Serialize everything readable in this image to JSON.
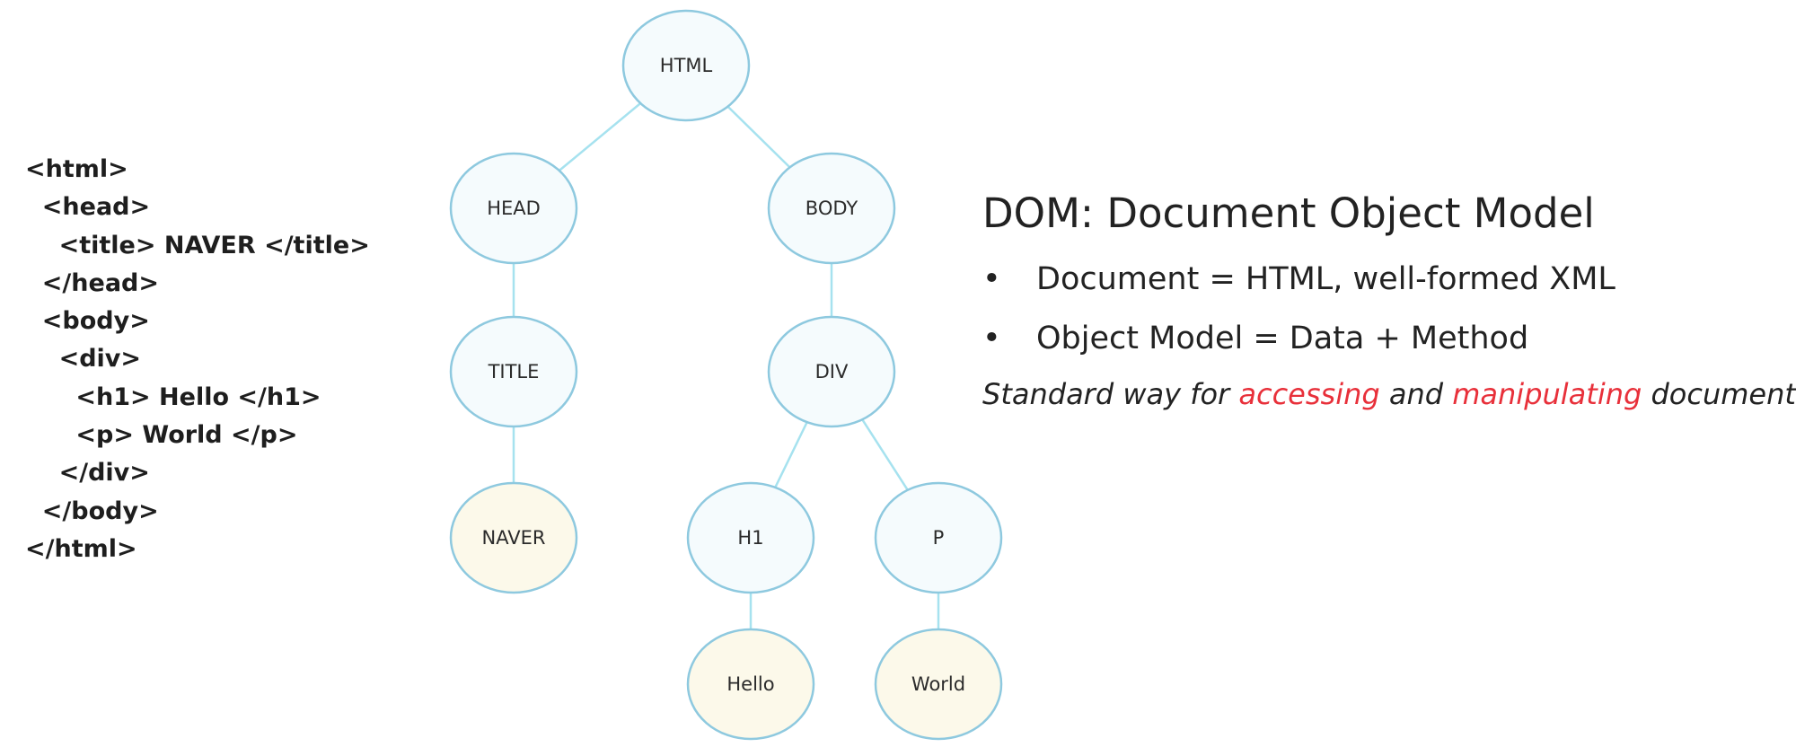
{
  "code_lines": [
    "<html>",
    "  <head>",
    "    <title> NAVER </title>",
    "  </head>",
    "  <body>",
    "    <div>",
    "      <h1> Hello </h1>",
    "      <p> World </p>",
    "    </div>",
    "  </body>",
    "</html>"
  ],
  "tree": {
    "nodes": [
      {
        "id": "html",
        "label": "HTML",
        "kind": "element"
      },
      {
        "id": "head",
        "label": "HEAD",
        "kind": "element"
      },
      {
        "id": "body",
        "label": "BODY",
        "kind": "element"
      },
      {
        "id": "title",
        "label": "TITLE",
        "kind": "element"
      },
      {
        "id": "div",
        "label": "DIV",
        "kind": "element"
      },
      {
        "id": "naver",
        "label": "NAVER",
        "kind": "text"
      },
      {
        "id": "h1",
        "label": "H1",
        "kind": "element"
      },
      {
        "id": "p",
        "label": "P",
        "kind": "element"
      },
      {
        "id": "hello",
        "label": "Hello",
        "kind": "text"
      },
      {
        "id": "world",
        "label": "World",
        "kind": "text"
      }
    ],
    "edges": [
      [
        "html",
        "head"
      ],
      [
        "html",
        "body"
      ],
      [
        "head",
        "title"
      ],
      [
        "title",
        "naver"
      ],
      [
        "body",
        "div"
      ],
      [
        "div",
        "h1"
      ],
      [
        "div",
        "p"
      ],
      [
        "h1",
        "hello"
      ],
      [
        "p",
        "world"
      ]
    ],
    "colors": {
      "element_fill": "#f5fbfd",
      "text_fill": "#fcf9ea",
      "stroke": "#8ec9df",
      "edge": "#a6e2ef"
    }
  },
  "info": {
    "title": "DOM: Document Object Model",
    "bullets": [
      "Document = HTML, well-formed XML",
      "Object Model = Data + Method"
    ],
    "bullet_symbol": "•",
    "tagline": {
      "part1": "Standard way for ",
      "highlight1": "accessing",
      "part2": " and ",
      "highlight2": "manipulating",
      "part3": " documents."
    },
    "highlight_color": "#e8303a"
  }
}
